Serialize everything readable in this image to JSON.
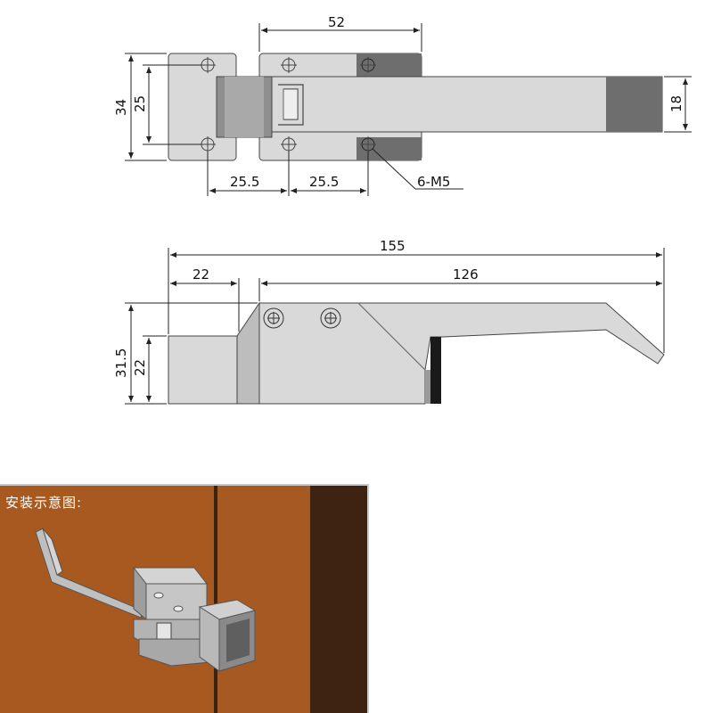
{
  "top_view": {
    "dim_overall_height": "34",
    "dim_hole_spacing_vertical": "25",
    "dim_base_width": "52",
    "dim_bar_height": "18",
    "dim_hole_offset_left": "25.5",
    "dim_hole_offset_right": "25.5",
    "callout_holes": "6-M5"
  },
  "side_view": {
    "dim_overall_length": "155",
    "dim_keeper_length": "22",
    "dim_body_length": "126",
    "dim_overall_height": "31.5",
    "dim_keeper_height": "22"
  },
  "install_panel": {
    "title": "安装示意图:"
  },
  "colors": {
    "part_light": "#d9d9d9",
    "part_mid": "#bdbdbd",
    "part_dark": "#6e6e6e",
    "wood": "#a8591f",
    "wood_dark": "#3e2410",
    "line": "#333333"
  }
}
